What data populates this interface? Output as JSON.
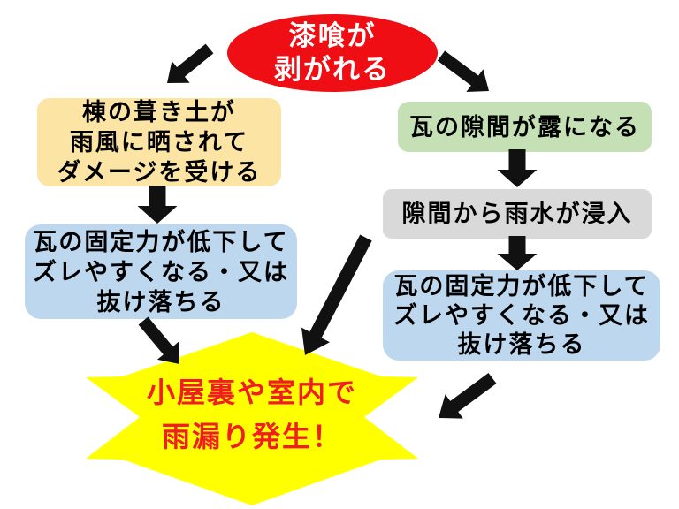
{
  "diagram": {
    "background": "#FFFFFF",
    "arrow_color": "#111111",
    "nodes": {
      "start": {
        "text": "漆喰が\n剥がれる",
        "bg": "#EE0E13",
        "color": "#FFFFFF"
      },
      "ridge_damage": {
        "text": "棟の葺き土が\n雨風に晒されて\nダメージを受ける",
        "bg": "#FCE4A4",
        "color": "#000000"
      },
      "gap_exposed": {
        "text": "瓦の隙間が露になる",
        "bg": "#C5E0B4",
        "color": "#000000"
      },
      "water_in": {
        "text": "隙間から雨水が浸入",
        "bg": "#D9D9D9",
        "color": "#000000"
      },
      "tile_loose_left": {
        "text": "瓦の固定力が低下して\nズレやすくなる・又は\n抜け落ちる",
        "bg": "#BDD7EE",
        "color": "#000000"
      },
      "tile_loose_right": {
        "text": "瓦の固定力が低下して\nズレやすくなる・又は\n抜け落ちる",
        "bg": "#BDD7EE",
        "color": "#000000"
      },
      "leak": {
        "text": "小屋裏や室内で\n雨漏り発生！",
        "bg": "#FFFF00",
        "color": "#F01E23"
      }
    }
  }
}
